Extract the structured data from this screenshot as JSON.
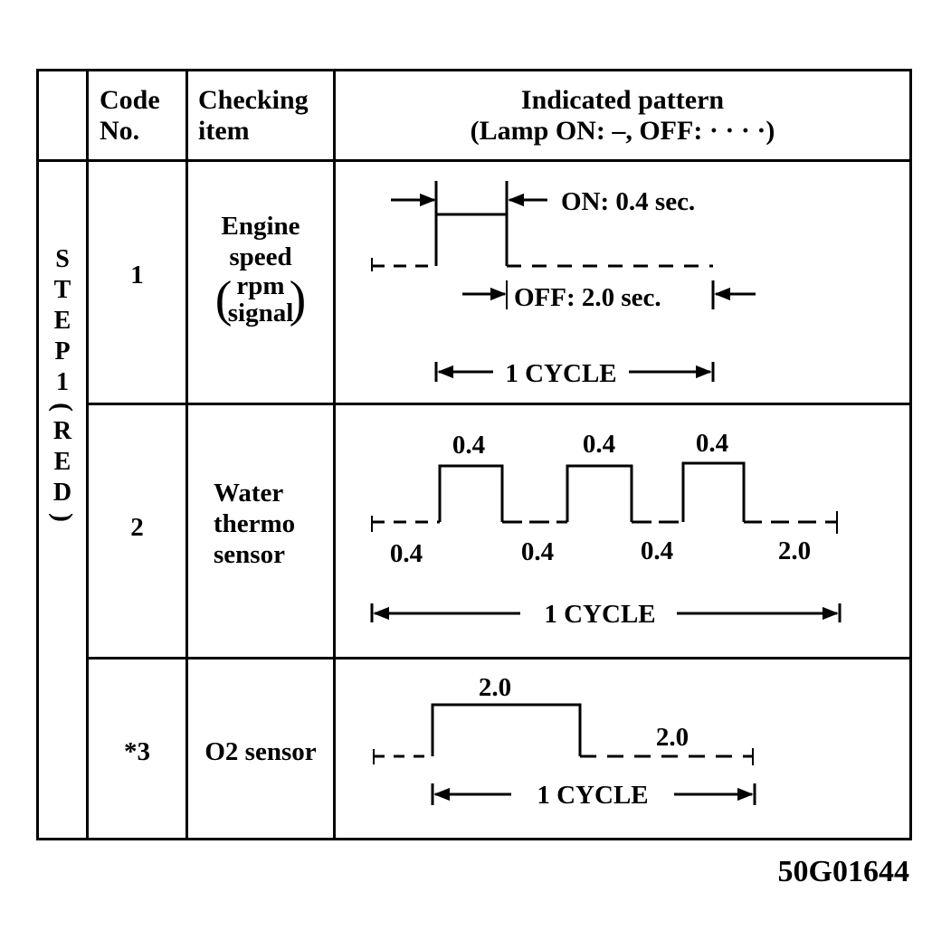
{
  "header": {
    "code_no": [
      "Code",
      "No."
    ],
    "checking_item": [
      "Checking",
      "item"
    ],
    "indicated_pattern": [
      "Indicated pattern",
      "(Lamp ON: –, OFF: · · · ·)"
    ]
  },
  "step_label": {
    "letters": [
      "S",
      "T",
      "E",
      "P",
      "1"
    ],
    "paren_open": "(",
    "color_letters": [
      "R",
      "E",
      "D"
    ],
    "paren_close": ")"
  },
  "rows": [
    {
      "code": "1",
      "item": [
        "Engine",
        "speed",
        "rpm",
        "signal"
      ],
      "pattern": {
        "on_label": "ON: 0.4 sec.",
        "off_label": "OFF: 2.0 sec.",
        "cycle_label": "1 CYCLE",
        "on_sec": 0.4,
        "off_sec": 2.0
      }
    },
    {
      "code": "2",
      "item": [
        "Water",
        "thermo",
        "sensor"
      ],
      "pattern": {
        "on_labels": [
          "0.4",
          "0.4",
          "0.4"
        ],
        "off_labels": [
          "0.4",
          "0.4",
          "0.4",
          "2.0"
        ],
        "cycle_label": "1 CYCLE",
        "sequence_sec": [
          {
            "state": "off",
            "sec": 0.4
          },
          {
            "state": "on",
            "sec": 0.4
          },
          {
            "state": "off",
            "sec": 0.4
          },
          {
            "state": "on",
            "sec": 0.4
          },
          {
            "state": "off",
            "sec": 0.4
          },
          {
            "state": "on",
            "sec": 0.4
          },
          {
            "state": "off",
            "sec": 2.0
          }
        ]
      }
    },
    {
      "code": "*3",
      "item": [
        "O2 sensor"
      ],
      "pattern": {
        "on_label": "2.0",
        "off_label": "2.0",
        "cycle_label": "1 CYCLE",
        "on_sec": 2.0,
        "off_sec": 2.0
      }
    }
  ],
  "figure_id": "50G01644"
}
